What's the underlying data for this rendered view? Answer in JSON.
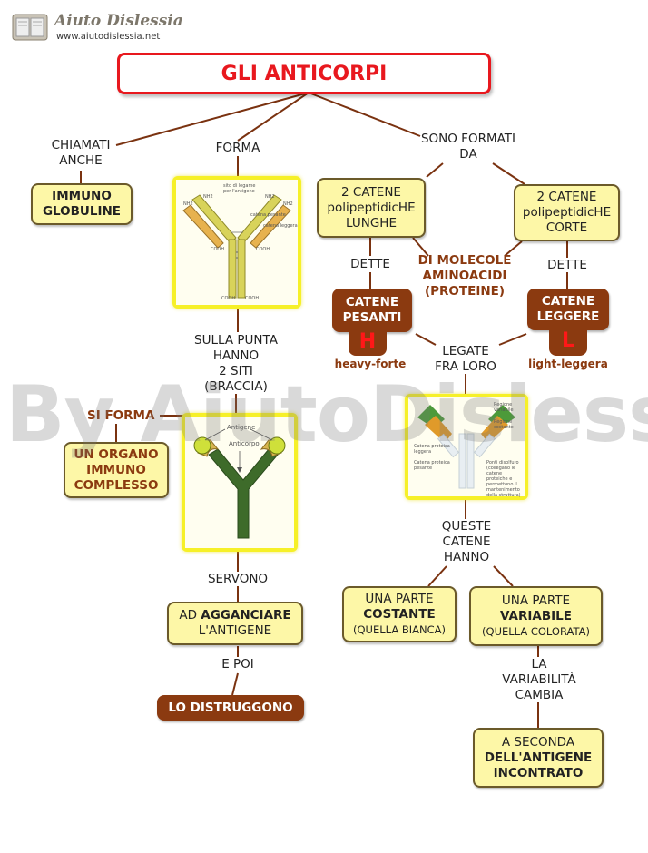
{
  "header": {
    "logo_text": "Aiuto Dislessia",
    "logo_url": "www.aiutodislessia.net"
  },
  "title": "GLI ANTICORPI",
  "left": {
    "chiamati": "CHIAMATI\nANCHE",
    "immuno": "IMMUNO\nGLOBULINE"
  },
  "middle": {
    "forma": "FORMA",
    "sulla_punta": "SULLA PUNTA\nHANNO\n2 SITI\n(BRACCIA)",
    "si_forma": "SI FORMA",
    "organo": "UN ORGANO\nIMMUNO\nCOMPLESSO",
    "servono": "SERVONO",
    "ad": "AD ",
    "agganciare": "AGGANCIARE",
    "antigene": "L'ANTIGENE",
    "e_poi": "E POI",
    "distruggono": "LO DISTRUGGONO",
    "img1_labels": [
      "sito di legame per l'antigene",
      "NH2",
      "NH2",
      "NH2",
      "NH2",
      "COOH",
      "COOH",
      "COOH",
      "COOH",
      "catena pesante",
      "catena leggera"
    ],
    "img2_labels": {
      "antigene": "Antigene",
      "anticorpo": "Anticorpo"
    }
  },
  "right": {
    "sono_formati": "SONO FORMATI\nDA",
    "lunghe": "2 CATENE\npolipeptidicHE\nLUNGHE",
    "corte": "2 CATENE\npolipeptidicHE\nCORTE",
    "molecole": "DI MOLECOLE\nAMINOACIDI\n(PROTEINE)",
    "dette1": "DETTE",
    "dette2": "DETTE",
    "pesanti": "CATENE\nPESANTI",
    "leggere": "CATENE\nLEGGERE",
    "h": "H",
    "l": "L",
    "heavy": "heavy-forte",
    "light": "light-leggera",
    "legate": "LEGATE\nFRA LORO",
    "queste": "QUESTE\nCATENE\nHANNO",
    "costante_pre": "UNA PARTE",
    "costante": "COSTANTE",
    "costante_post": "(QUELLA BIANCA)",
    "variabile_pre": "UNA PARTE",
    "variabile": "VARIABILE",
    "variabile_post": "(QUELLA COLORATA)",
    "la_var": "LA\nVARIABILITÀ\nCAMBIA",
    "seconda_pre": "A SECONDA",
    "seconda": "DELL'ANTIGENE\nINCONTRATO",
    "img3_labels": [
      "Regione variabile",
      "Regione costante",
      "Catena proteica leggera",
      "Catena proteica pesante",
      "Ponti disolfuro (collegano le catene proteiche e permettono il mantenimento della struttura)"
    ]
  },
  "watermark": "By AiutoDislessia.net",
  "colors": {
    "title_border": "#e8181e",
    "title_text": "#e8181e",
    "box_fill": "#fdf7a7",
    "brown": "#8b3a10",
    "line": "#7a3210",
    "frame": "#f6f028"
  }
}
